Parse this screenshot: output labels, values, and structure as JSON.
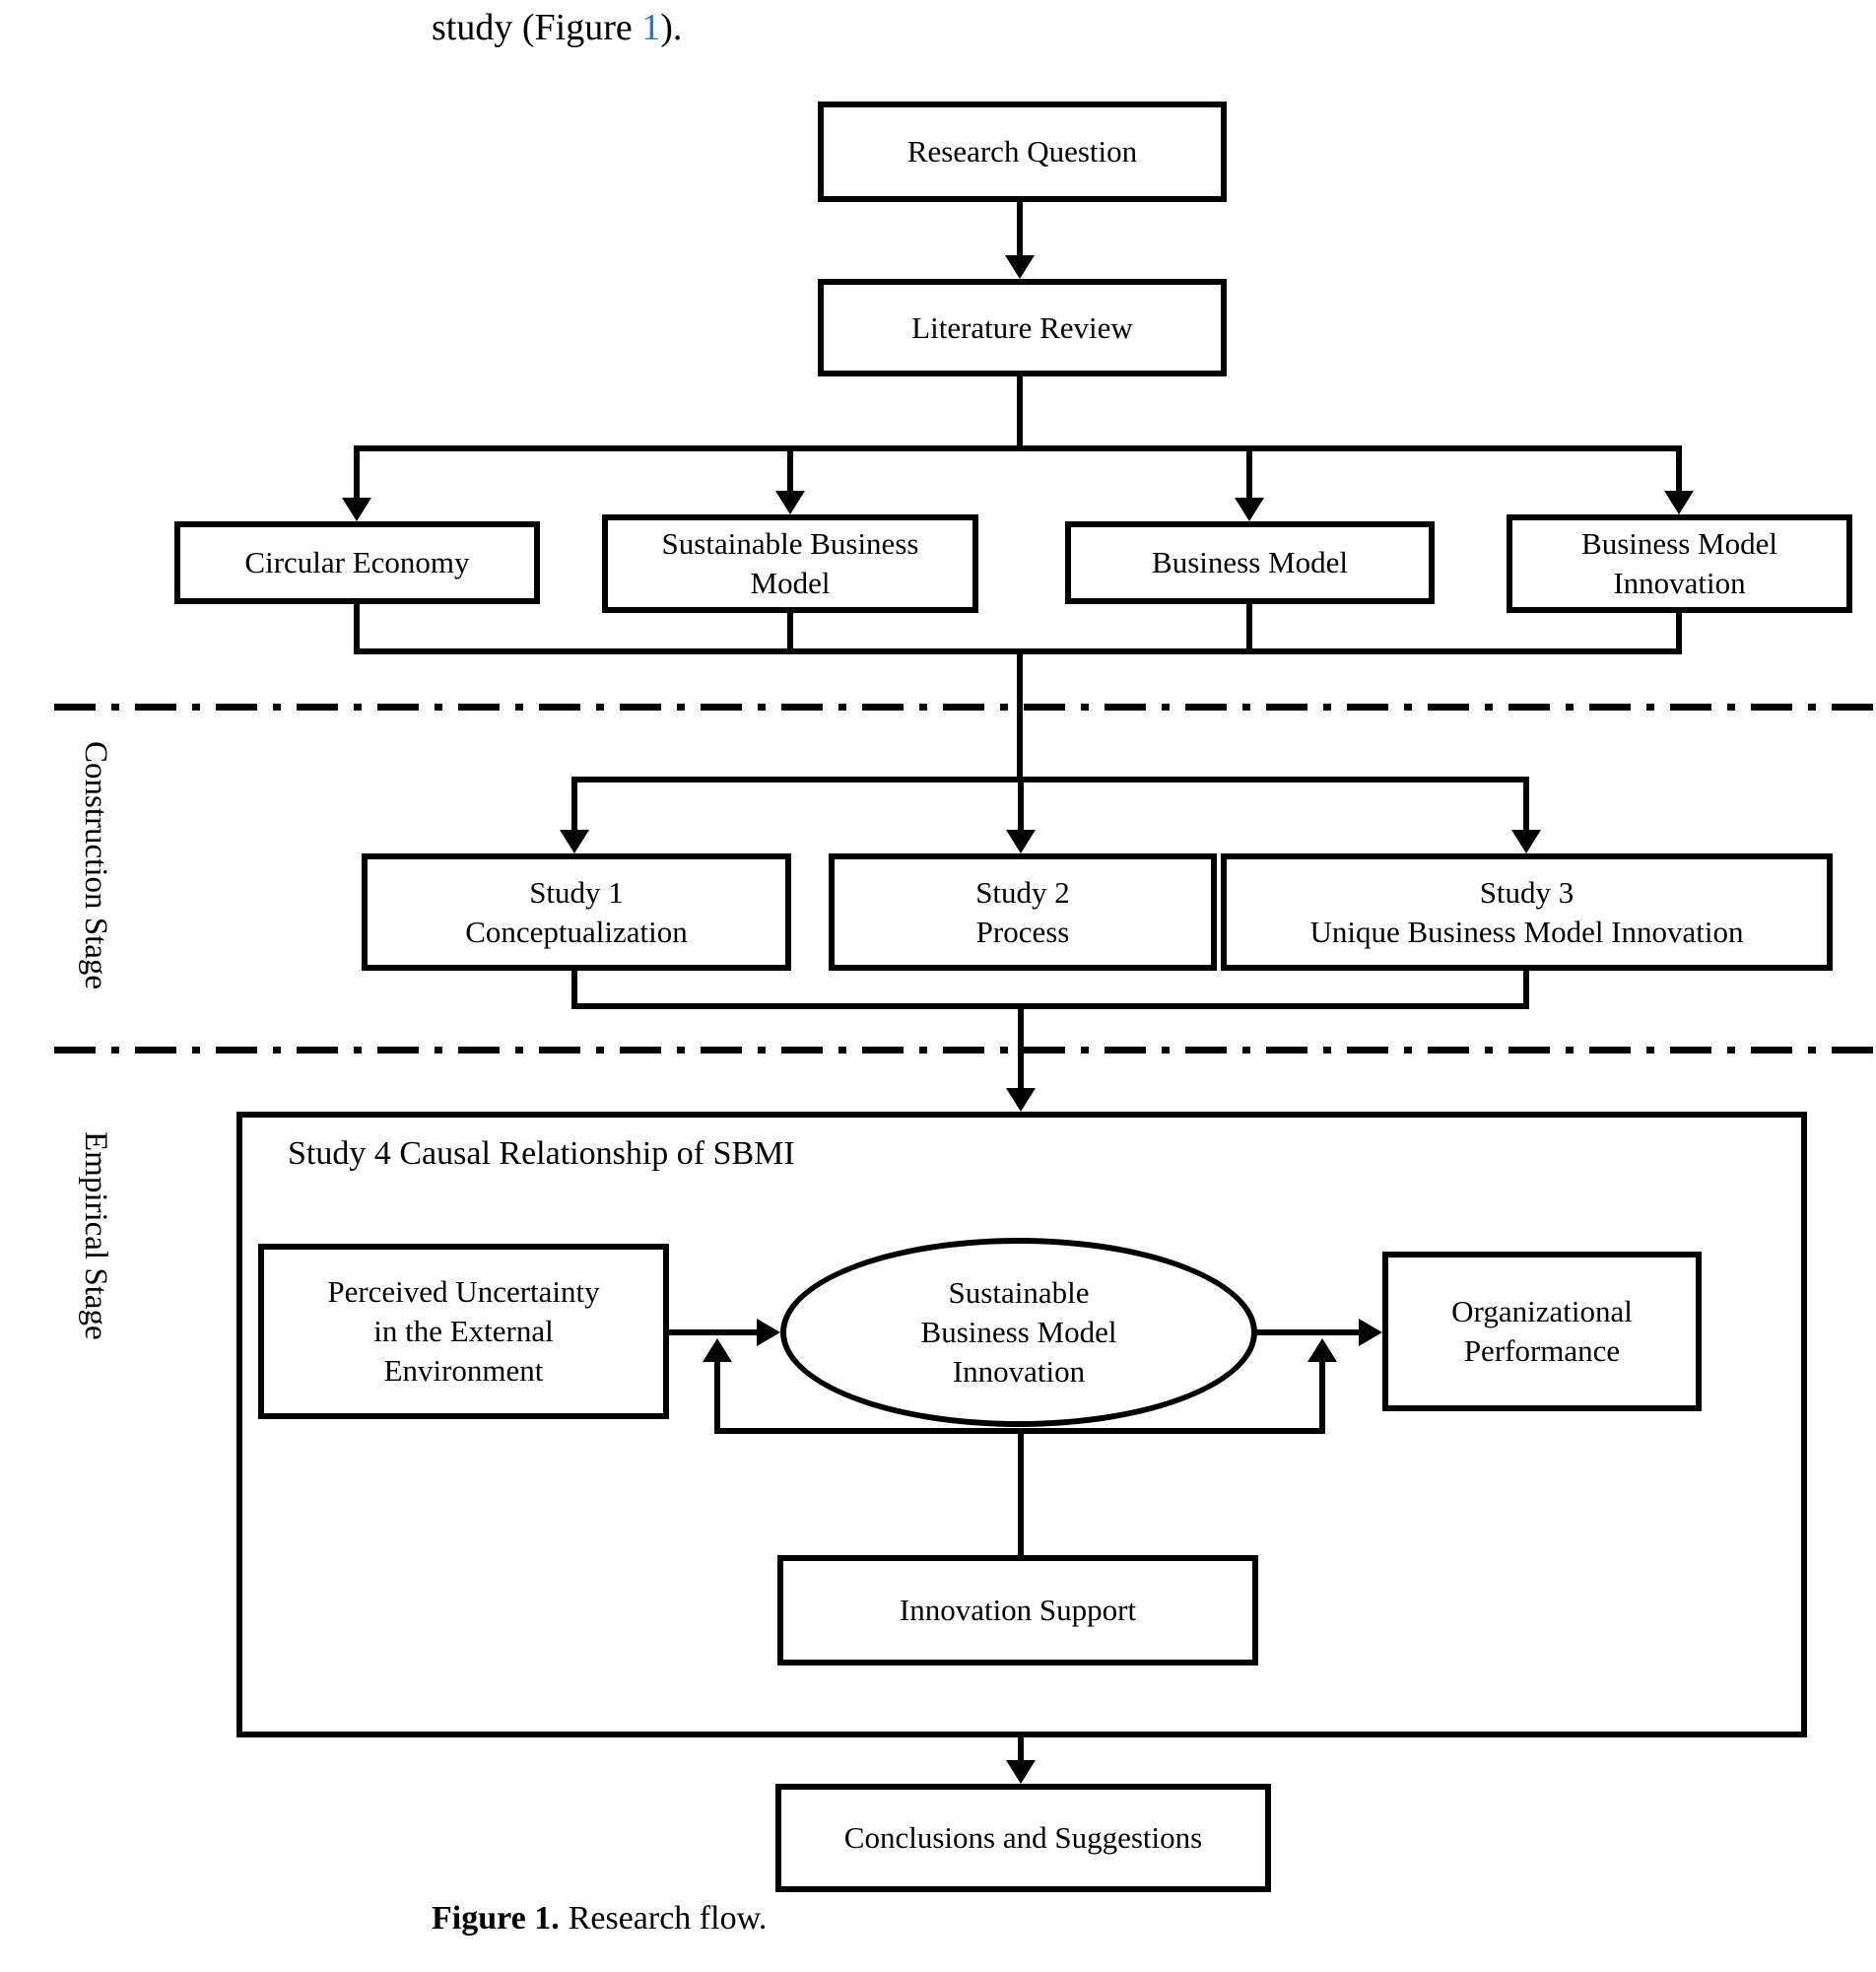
{
  "intro": {
    "prefix": "study (Figure ",
    "ref": "1",
    "suffix": ")."
  },
  "caption": {
    "label": "Figure 1.",
    "text": "Research flow."
  },
  "colors": {
    "figure_ref_blue": "#2878b5",
    "line_black": "#000000",
    "background": "#ffffff"
  },
  "flowchart": {
    "stages": {
      "construction": "Construction Stage",
      "empirical": "Empirical Stage"
    },
    "nodes": {
      "research_question": {
        "lines": [
          "Research Question"
        ]
      },
      "literature_review": {
        "lines": [
          "Literature Review"
        ]
      },
      "circular_economy": {
        "lines": [
          "Circular Economy"
        ]
      },
      "sustainable_business_model": {
        "lines": [
          "Sustainable Business",
          "Model"
        ]
      },
      "business_model": {
        "lines": [
          "Business Model"
        ]
      },
      "business_model_innovation": {
        "lines": [
          "Business Model",
          "Innovation"
        ]
      },
      "study_1": {
        "lines": [
          "Study 1",
          "Conceptualization"
        ]
      },
      "study_2": {
        "lines": [
          "Study 2",
          "Process"
        ]
      },
      "study_3": {
        "lines": [
          "Study 3",
          "Unique Business Model Innovation"
        ]
      },
      "study_4_title": "Study 4 Causal Relationship of SBMI",
      "perceived_uncertainty": {
        "lines": [
          "Perceived Uncertainty",
          "in the External",
          "Environment"
        ]
      },
      "sbmi": {
        "lines": [
          "Sustainable",
          "Business Model",
          "Innovation"
        ]
      },
      "organizational_performance": {
        "lines": [
          "Organizational",
          "Performance"
        ]
      },
      "innovation_support": {
        "lines": [
          "Innovation Support"
        ]
      },
      "conclusions": {
        "lines": [
          "Conclusions and Suggestions"
        ]
      }
    }
  }
}
